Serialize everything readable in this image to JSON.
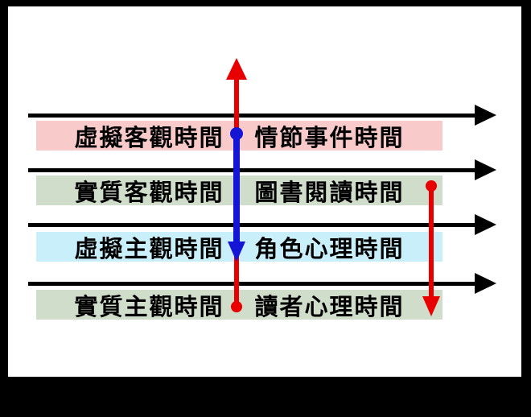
{
  "diagram": {
    "rows": [
      {
        "left": "虛擬客觀時間",
        "right": "情節事件時間"
      },
      {
        "left": "實質客觀時間",
        "right": "圖書閱讀時間"
      },
      {
        "left": "虛擬主觀時間",
        "right": "角色心理時間"
      },
      {
        "left": "實質主觀時間",
        "right": "讀者心理時間"
      }
    ],
    "colors": {
      "pink": "#f9caca",
      "green": "#cfddca",
      "cyan": "#c9effa",
      "red": "#e80000",
      "blue": "#1515d6",
      "line": "#000000"
    }
  }
}
